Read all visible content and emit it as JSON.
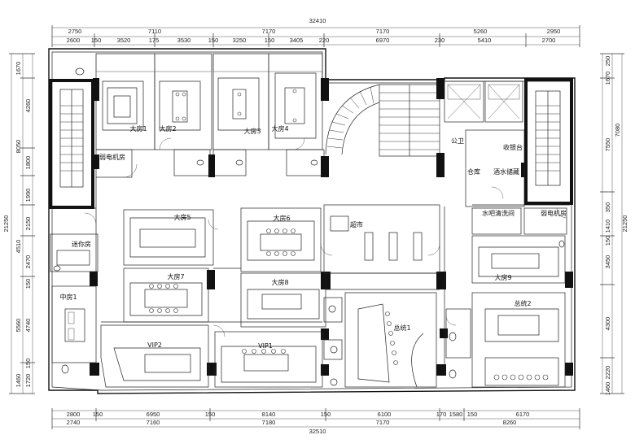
{
  "dimensions": {
    "top_total": "32410",
    "top_row1": [
      "2750",
      "7110",
      "7170",
      "7170",
      "5260",
      "2950"
    ],
    "top_row2": [
      "2600",
      "150",
      "3520",
      "175",
      "3530",
      "150",
      "3250",
      "150",
      "3405",
      "220",
      "6970",
      "230",
      "5410",
      "2700"
    ],
    "bottom_row1": [
      "2800",
      "150",
      "6950",
      "150",
      "8140",
      "150",
      "6100",
      "170",
      "1580",
      "150",
      "6170"
    ],
    "bottom_row2": [
      "2740",
      "7160",
      "7180",
      "7170",
      "8260"
    ],
    "bottom_total": "32510",
    "left_outer": [
      "1670",
      "4260",
      "8050",
      "1800",
      "1990",
      "2150",
      "4510",
      "2470",
      "150",
      "5560",
      "4740",
      "150",
      "1460",
      "1720"
    ],
    "left_total": "21250",
    "right_outer": [
      "250",
      "1670",
      "7080",
      "7550",
      "350",
      "1410",
      "150",
      "3450",
      "4300",
      "2220",
      "1460"
    ],
    "right_total": "21250"
  },
  "rooms": {
    "daf1": "大房1",
    "daf2": "大房2",
    "daf3": "大房3",
    "daf4": "大房4",
    "daf5": "大房5",
    "daf6": "大房6",
    "daf7": "大房7",
    "daf8": "大房8",
    "daf9": "大房9",
    "mid1": "中房1",
    "mini": "迷你房",
    "vip1": "VIP1",
    "vip2": "VIP2",
    "zongtong1": "总统1",
    "zongtong2": "总统2",
    "market": "超市",
    "weak_room_left": "弱电机房",
    "weak_room_right": "弱电机房",
    "cashier": "收银台",
    "warehouse": "仓库",
    "wine_storage": "酒水储藏",
    "water_wash": "水吧清洗间",
    "public_wc": "公卫"
  }
}
